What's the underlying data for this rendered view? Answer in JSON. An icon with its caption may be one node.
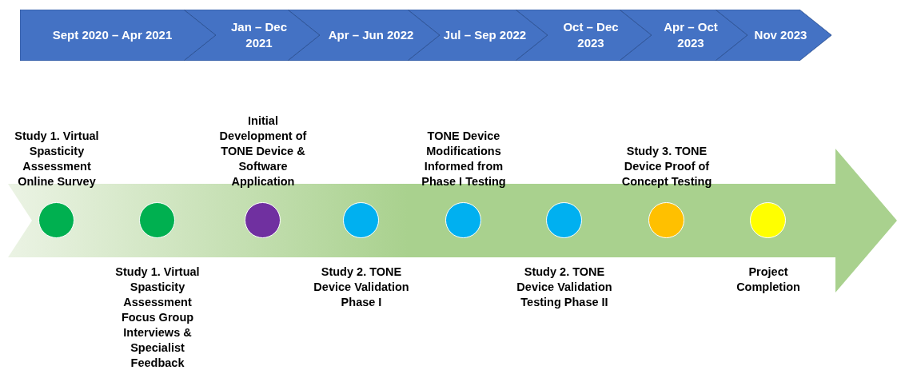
{
  "diagram": {
    "nodes": [
      {
        "text": [
          "Sept 2020 – Apr 2021"
        ]
      },
      {
        "text": [
          "Jan – Dec 2021"
        ]
      },
      {
        "text": [
          "Apr – Jun 2022"
        ]
      },
      {
        "text": [
          "Jul – Sep 2022"
        ]
      },
      {
        "text": [
          "Oct – Dec 2023"
        ]
      },
      {
        "text": [
          "Apr – Oct 2023"
        ]
      },
      {
        "text": [
          "Nov 2023"
        ]
      },
      {
        "text": [],
        "shape": "circle",
        "beside": [
          "Study 1. Virtual Spasticity Assessment Online Survey"
        ]
      },
      {
        "text": [],
        "shape": "circle",
        "beside": [
          "Study 1. Virtual Spasticity Assessment Focus Group Interviews & Specialist Feedback"
        ]
      },
      {
        "text": [],
        "shape": "circle",
        "beside": [
          "Initial Development of TONE Device & Software Application"
        ]
      },
      {
        "text": [],
        "shape": "circle",
        "beside": [
          "Study 2. TONE Device Validation Phase I"
        ]
      },
      {
        "text": [],
        "shape": "circle",
        "beside": [
          "TONE Device Modifications Informed from Phase I Testing"
        ]
      },
      {
        "text": [],
        "shape": "circle",
        "beside": [
          "Study 2. TONE Device Validation Testing Phase II"
        ]
      },
      {
        "text": [],
        "shape": "circle",
        "beside": [
          "Study 3. TONE Device Proof of Concept Testing"
        ]
      },
      {
        "text": [],
        "shape": "circle",
        "beside": [
          "Project Completion"
        ]
      }
    ],
    "edges": []
  }
}
